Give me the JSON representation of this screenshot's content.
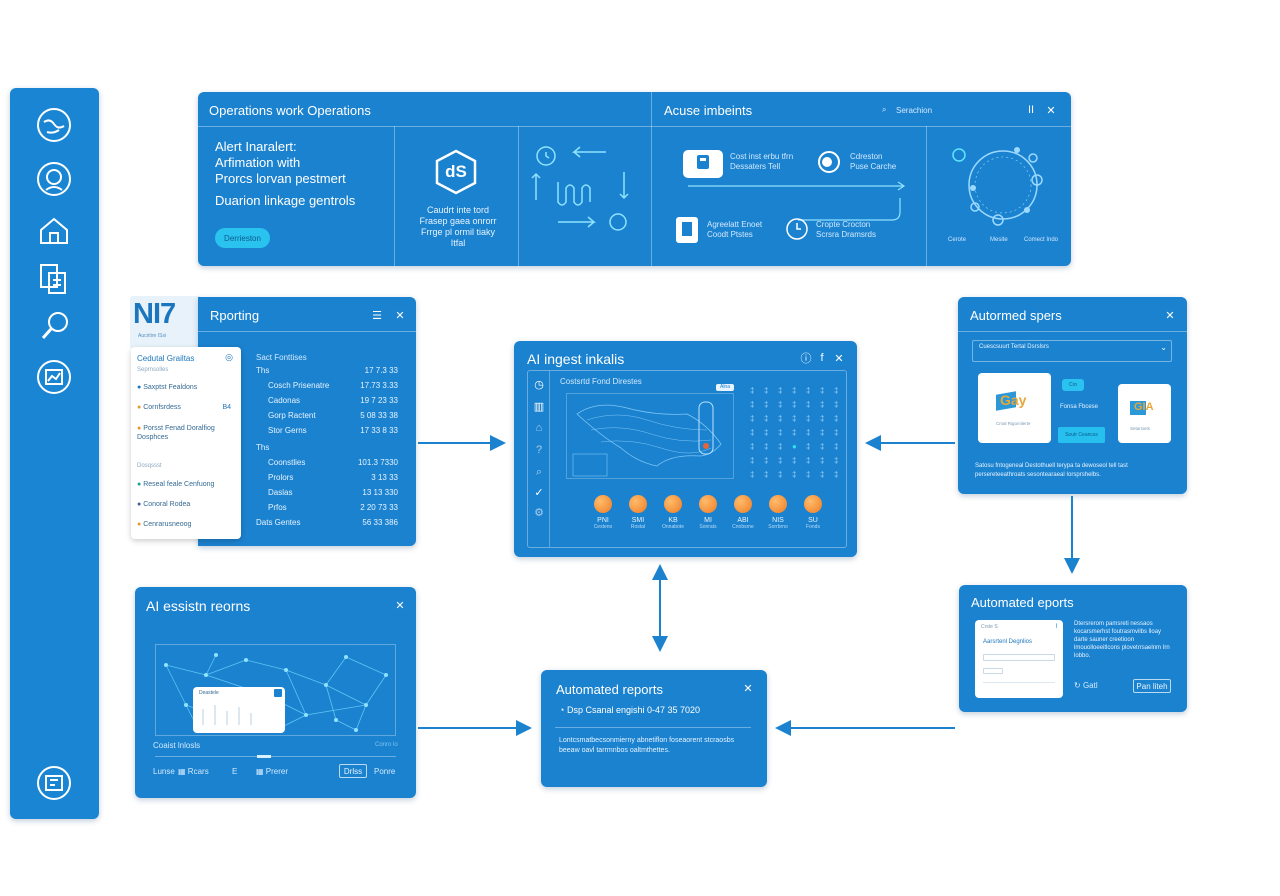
{
  "sidebar": {
    "icons": [
      "globe-icon",
      "face-icon",
      "home-icon",
      "document-icon",
      "search-icon",
      "chart-icon",
      "settings-icon"
    ]
  },
  "top_panel": {
    "left_title": "Operations work Operations",
    "right_title": "Acuse imbeints",
    "search_placeholder": "Serachion",
    "alert_lines": [
      "Alert Inaralert:",
      "Arfimation with",
      "Prorcs lorvan pestmert"
    ],
    "duration_line": "Duarion linkage gentrols",
    "action_button": "Derrieston",
    "hex_label": "dS",
    "hex_caption": [
      "Caudrt inte tord",
      "Frasep gaea onrorr",
      "Frrge pl ormil tiaky",
      "Itfal"
    ],
    "flow_items": [
      {
        "line1": "Cost inst erbu tfrn",
        "line2": "Dessaters Tell"
      },
      {
        "line1": "Cdreston",
        "line2": "Puse Carche"
      },
      {
        "line1": "Agreelatt Enoet",
        "line2": "Coodt Ptstes"
      },
      {
        "line1": "Cropte Crocton",
        "line2": "Scrsra Dramsrds"
      }
    ],
    "orbit_labels": [
      "Cerote",
      "Mesite",
      "Comect Indo"
    ]
  },
  "reporting": {
    "logo": "NI7",
    "logo_sub": "Aucritire ISsi",
    "title": "Rporting",
    "card_header": "Cedutal Grailtas",
    "card_sub": "Seprnsolles",
    "card_items": [
      "Saxptst Fealdons",
      "Cornfsrdess",
      "Porsst Fenad Doralfiog Dosphces"
    ],
    "card_section": "Dosqssst",
    "card_items2": [
      "Reseal feale Cenfuong",
      "Conoral Rodea",
      "Cenrarusneoog"
    ],
    "card_badge": "B4",
    "list_header": "Sact Fonttises",
    "rows": [
      {
        "k": "Ths",
        "v": "17 7.3 33"
      },
      {
        "k": "Cosch Prisenatre",
        "v": "17.73 3.33"
      },
      {
        "k": "Cadonas",
        "v": "19 7 23 33"
      },
      {
        "k": "Gorp Ractent",
        "v": "5 08 33 38"
      },
      {
        "k": "Stor Gerns",
        "v": "17 33 8 33"
      },
      {
        "k": "Ths",
        "v": ""
      },
      {
        "k": "Coonstlies",
        "v": "101.3 7330"
      },
      {
        "k": "Prolors",
        "v": "3 13 33"
      },
      {
        "k": "Daslas",
        "v": "13 13 330"
      },
      {
        "k": "Prfos",
        "v": "2 20 73 33"
      },
      {
        "k": "Dats Gentes",
        "v": "56 33 386"
      }
    ]
  },
  "ingest": {
    "title": "AI ingest inkalis",
    "map_title": "Costsrtd Fond Direstes",
    "map_button": "Alna",
    "dots": [
      {
        "label": "PNI",
        "sub": "Cesteno"
      },
      {
        "label": "SMI",
        "sub": "Rostal"
      },
      {
        "label": "KB",
        "sub": "Onnabote"
      },
      {
        "label": "MI",
        "sub": "Sonrats"
      },
      {
        "label": "ABI",
        "sub": "Cnnbsrne"
      },
      {
        "label": "NIS",
        "sub": "Sorrbrno"
      },
      {
        "label": "SU",
        "sub": "Fonds"
      }
    ]
  },
  "automed_spers": {
    "title": "Autormed spers",
    "input_text": "Cuescsuurt Tertal Dsrslsrs",
    "card1_logo": "Gay",
    "card1_sub": "Cmal Rigomilerte",
    "chip": "Cro",
    "middle_label": "Fonsa Fbcese",
    "middle_button": "Soutr Ceancss",
    "card2_logo": "GIA",
    "card2_sub": "Setarsiets",
    "desc": "Satosu fntogeneal Destothuell terypa ta dewoseol tell tast persereteeathroats sesontearaeal Iorsprshelbs."
  },
  "ai_reports": {
    "title": "AI essistn reorns",
    "popup_title": "Deastele",
    "footer_label": "Coaist lnlosls",
    "footer_right": "Conro lo",
    "bottom_items": [
      "Lunse",
      "Rcars",
      "E",
      "Prerer"
    ],
    "bottom_button": "Drlss",
    "bottom_right": "Ponre"
  },
  "automated_reports_center": {
    "title": "Automated reports",
    "line": "Dsp Csanal engishi 0-47 35 7020",
    "desc": "Lontcsmatbecsonmierny abnetiflon foseaorent stcraosbs beeaw oavl tarrmnbos oaltmthettes."
  },
  "automated_reports_right": {
    "title": "Automated eports",
    "card_top": "Crste S",
    "card_title": "Aarsrtenl Degnlios",
    "desc": "Dtersrerom pamsreti nessaos kocarsmerhst foutrasmvilbs lloay darte sauner creetioon lmouolloeeitlcons plovetrrsaelnm Irn lobbo.",
    "cell": "Gatl",
    "button": "Pan liteh"
  }
}
